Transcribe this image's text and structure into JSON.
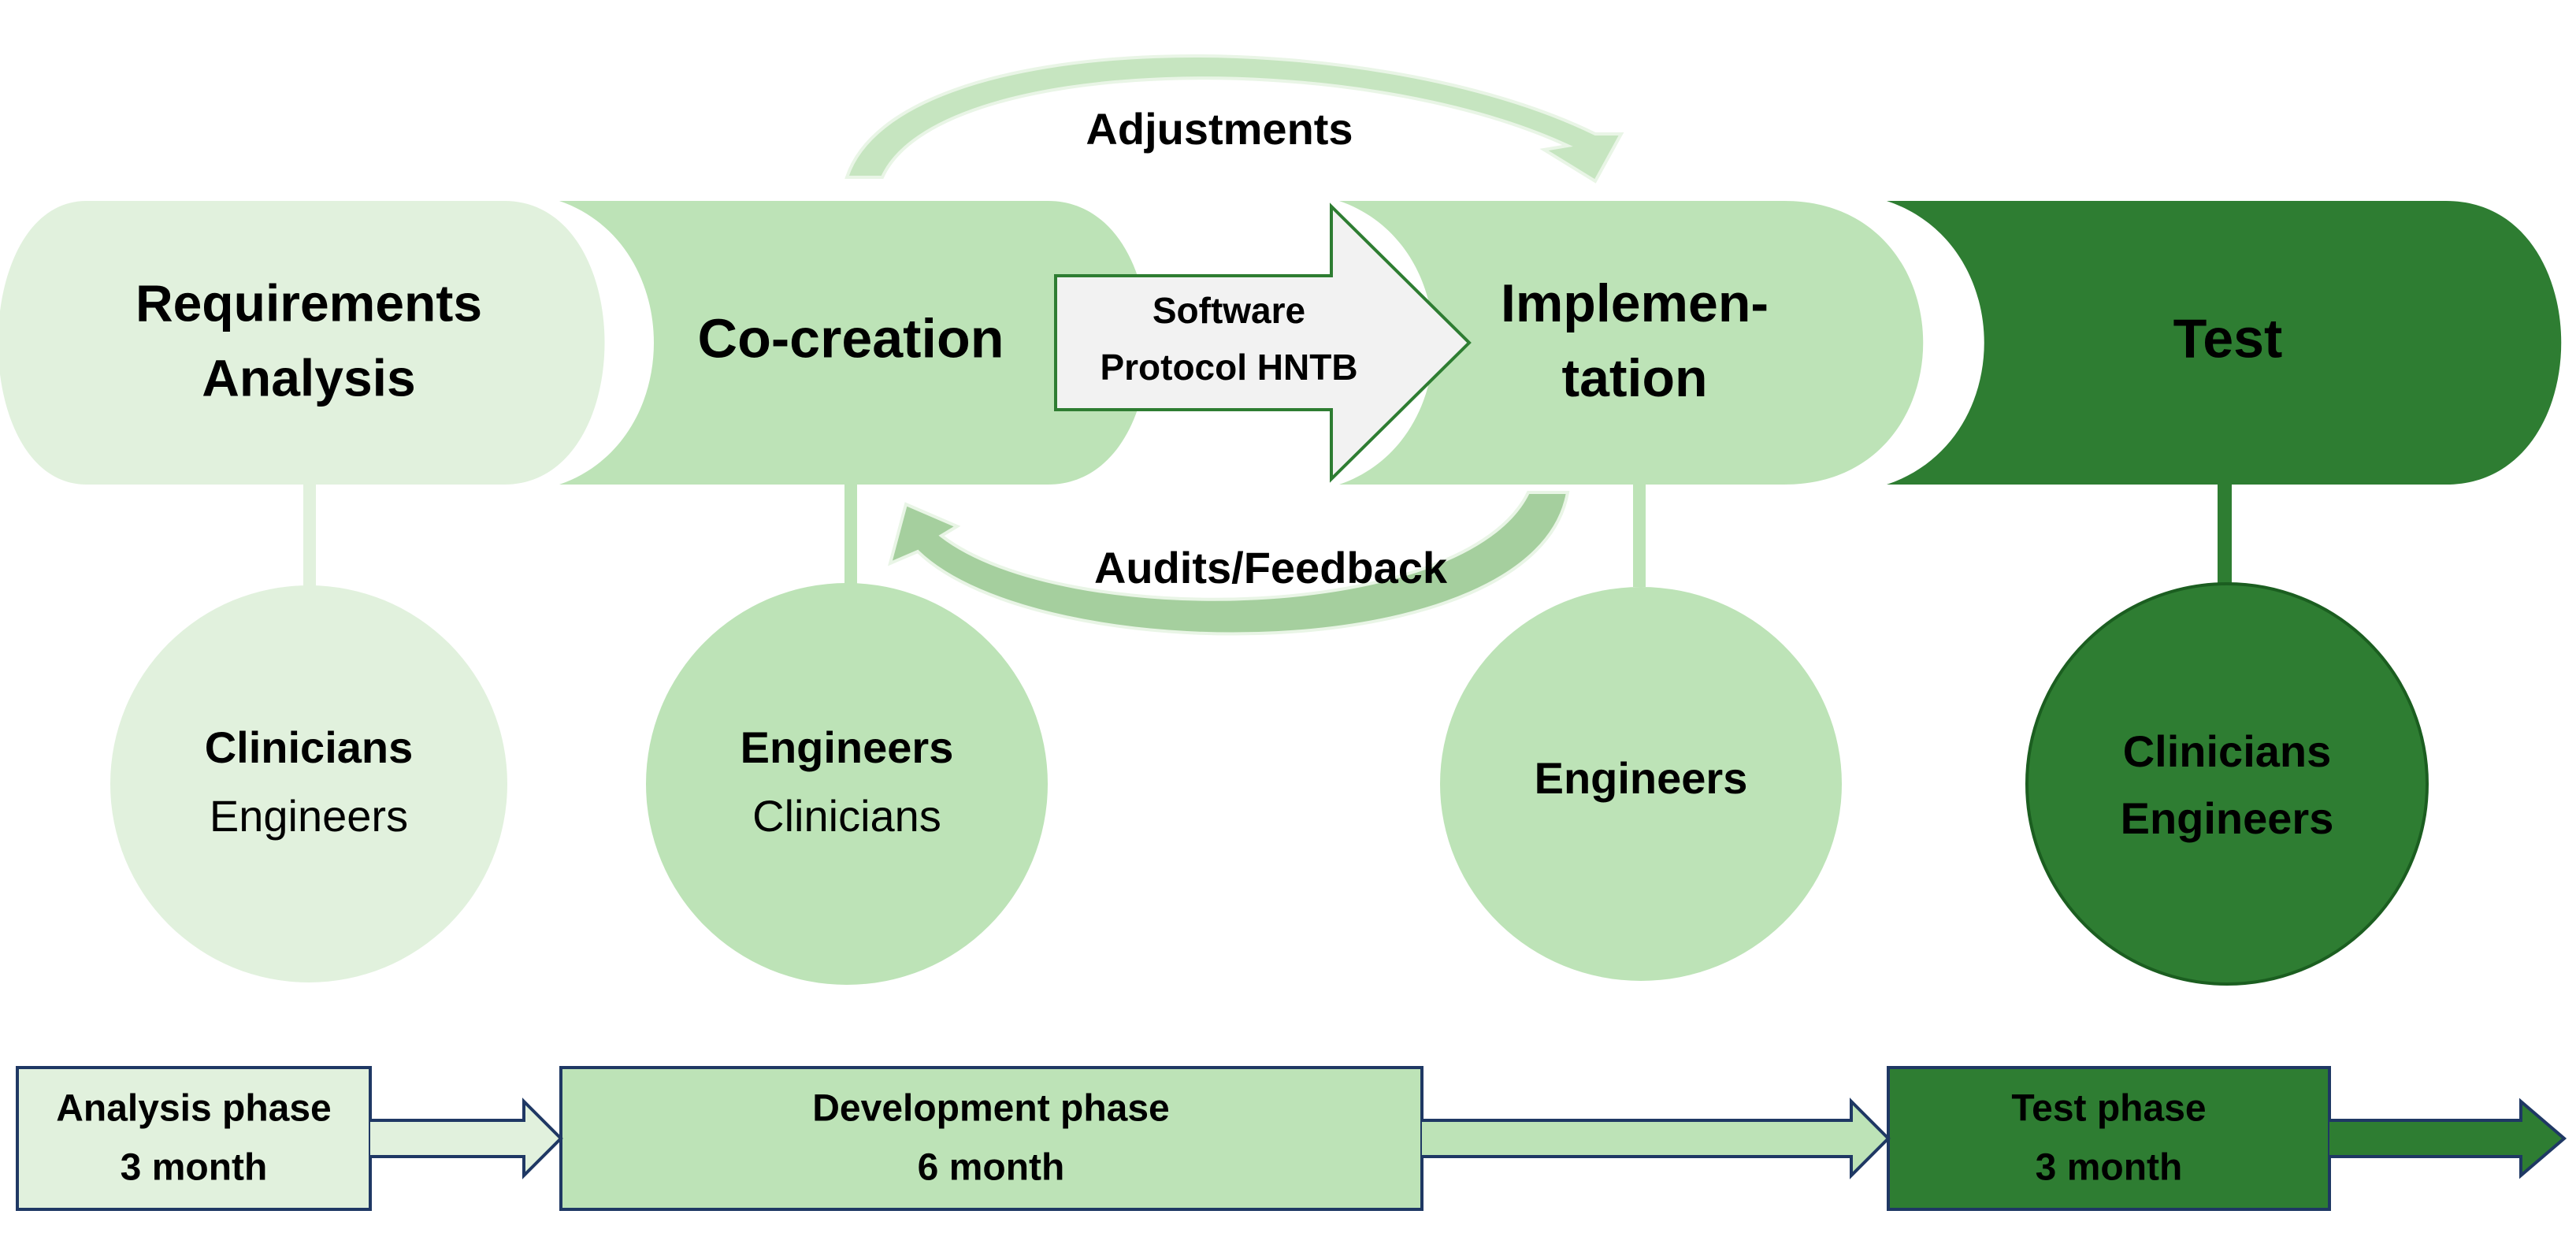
{
  "colors": {
    "phase1": "#e1f1dd",
    "phase2": "#bde3b7",
    "phase4": "#2e7d32",
    "arrow_accent": "#9bc59a",
    "outline": "#1f3864",
    "software_box": "#f2f2f2"
  },
  "stages": [
    {
      "title_lines": [
        "Requirements",
        "Analysis"
      ]
    },
    {
      "title_lines": [
        "Co-creation"
      ]
    },
    {
      "title_lines": [
        "Implemen-",
        "tation"
      ]
    },
    {
      "title_lines": [
        "Test"
      ]
    }
  ],
  "roles": [
    {
      "primary": "Clinicians",
      "secondary": "Engineers"
    },
    {
      "primary": "Engineers",
      "secondary": "Clinicians"
    },
    {
      "primary": "Engineers",
      "secondary": ""
    },
    {
      "primary": "Clinicians",
      "secondary": "Engineers"
    }
  ],
  "loop": {
    "top_label": "Adjustments",
    "bottom_label": "Audits/Feedback"
  },
  "handoff": {
    "lines": [
      "Software",
      "Protocol HNTB"
    ]
  },
  "timeline": [
    {
      "name": "Analysis phase",
      "duration": "3 month"
    },
    {
      "name": "Development phase",
      "duration": "6 month"
    },
    {
      "name": "Test phase",
      "duration": "3 month"
    }
  ]
}
